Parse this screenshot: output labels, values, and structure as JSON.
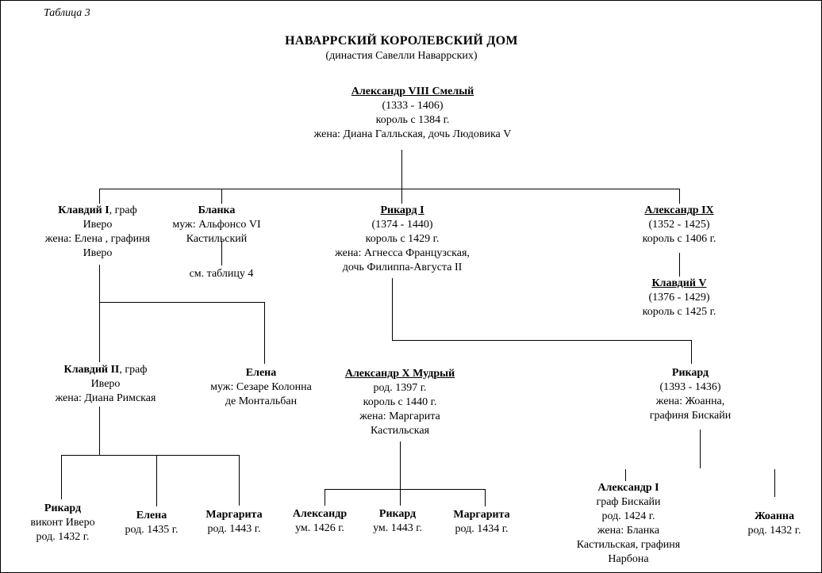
{
  "page": {
    "table_label": "Таблица 3",
    "title": "НАВАРРСКИЙ КОРОЛЕВСКИЙ ДОМ",
    "subtitle": "(династия Савелли Наваррских)",
    "see_table_note": "см. таблицу 4"
  },
  "nodes": {
    "alexander8": {
      "title": "Александр VIII Смелый",
      "lines": [
        "(1333 - 1406)",
        "король с 1384 г.",
        "жена: Диана Галльская, дочь Людовика V"
      ]
    },
    "klavdiy1": {
      "title": "Клавдий I",
      "suffix": ", граф",
      "lines": [
        "Иверо",
        "жена: Елена , графиня",
        "Иверо"
      ]
    },
    "blanka": {
      "title": "Бланка",
      "lines": [
        "муж: Альфонсо VI",
        "Кастильский"
      ]
    },
    "rikard1": {
      "title": "Рикард I",
      "lines": [
        "(1374 - 1440)",
        "король с 1429 г.",
        "жена: Агнесса Французская,",
        "дочь Филиппа-Августа II"
      ]
    },
    "alexander9": {
      "title": "Александр IX",
      "lines": [
        "(1352 - 1425)",
        "король с 1406 г."
      ]
    },
    "klavdiy5": {
      "title": "Клавдий V",
      "lines": [
        "(1376 - 1429)",
        "король с 1425 г."
      ]
    },
    "klavdiy2": {
      "title": "Клавдий II",
      "suffix": ", граф",
      "lines": [
        "Иверо",
        "жена: Диана Римская"
      ]
    },
    "elena_wife_colonna": {
      "title": "Елена",
      "lines": [
        "муж: Сезаре Колонна",
        "де Монтальбан"
      ]
    },
    "alexander10": {
      "title": "Александр X Мудрый",
      "lines": [
        "род. 1397 г.",
        "король с 1440 г.",
        "жена: Маргарита",
        "Кастильская"
      ]
    },
    "rikard_biskay": {
      "title": "Рикард",
      "lines": [
        "(1393 - 1436)",
        "жена: Жоанна,",
        "графиня Бискайи"
      ]
    },
    "rikard_vikont": {
      "title": "Рикард",
      "lines": [
        "виконт Иверо",
        "род. 1432 г."
      ]
    },
    "elena_1435": {
      "title": "Елена",
      "lines": [
        "род. 1435 г."
      ]
    },
    "margarita_1443": {
      "title": "Маргарита",
      "lines": [
        "род. 1443 г."
      ]
    },
    "alexander_1426": {
      "title": "Александр",
      "lines": [
        "ум. 1426 г."
      ]
    },
    "rikard_1443": {
      "title": "Рикард",
      "lines": [
        "ум. 1443 г."
      ]
    },
    "margarita_1434": {
      "title": "Маргарита",
      "lines": [
        "род. 1434 г."
      ]
    },
    "alexander1": {
      "title": "Александр I",
      "lines": [
        "граф Бискайи",
        "род. 1424 г.",
        "жена: Бланка",
        "Кастильская, графиня",
        "Нарбона"
      ]
    },
    "zhoanna": {
      "title": "Жоанна",
      "lines": [
        "род. 1432 г."
      ]
    }
  }
}
